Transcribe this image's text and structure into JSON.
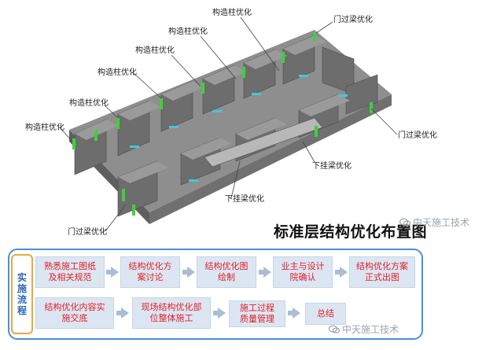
{
  "callouts": {
    "gzz_1": "构造柱优化",
    "gzz_2": "构造柱优化",
    "gzz_3": "构造柱优化",
    "gzz_4": "构造柱优化",
    "gzz_5": "构造柱优化",
    "gzz_6": "构造柱优化",
    "mglyh_top": "门过梁优化",
    "mglyh_right": "门过梁优化",
    "mglyh_bottom": "门过梁优化",
    "xglyh_1": "下挂梁优化",
    "xglyh_2": "下挂梁优化"
  },
  "title": "标准层结构优化布置图",
  "watermark": "中天施工技术",
  "flow": {
    "label": [
      "实",
      "施",
      "流",
      "程"
    ],
    "row1": [
      "熟悉施工图纸\n及相关规范",
      "结构优化方\n案讨论",
      "结构优化图\n绘制",
      "业主与设计\n院确认",
      "结构优化方案\n正式出图"
    ],
    "row2": [
      "结构优化内容实\n施交底",
      "现场结构优化部\n位整体施工",
      "施工过程\n质量管理",
      "总结"
    ]
  },
  "colors": {
    "frame": "#4a90d9",
    "side": "#e7a93b",
    "step_fill": "#dce6f2",
    "step_text": "#e0202a",
    "arrow": "#a9bdd3"
  }
}
